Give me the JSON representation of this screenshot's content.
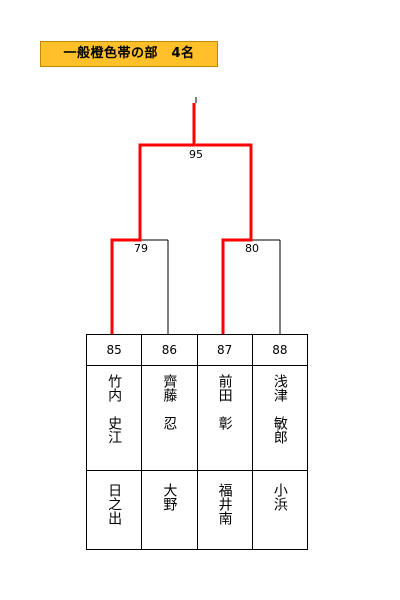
{
  "title": "一般橙色帯の部　4名",
  "matches": [
    {
      "id": "final",
      "label": "95"
    },
    {
      "id": "semi-left",
      "label": "79"
    },
    {
      "id": "semi-right",
      "label": "80"
    }
  ],
  "players": [
    {
      "number": "85",
      "name_line1": "竹内",
      "name_line2": "史江",
      "club": "日之出",
      "winner_path": true
    },
    {
      "number": "86",
      "name_line1": "齊藤",
      "name_line2": "忍",
      "club": "大野",
      "winner_path": false
    },
    {
      "number": "87",
      "name_line1": "前田",
      "name_line2": "彰",
      "club": "福井南",
      "winner_path": true
    },
    {
      "number": "88",
      "name_line1": "浅津",
      "name_line2": "敏郎",
      "club": "小浜",
      "winner_path": false
    }
  ],
  "colors": {
    "title_bg": "#ffc02a",
    "win_line": "#ff0000",
    "line": "#000000"
  }
}
